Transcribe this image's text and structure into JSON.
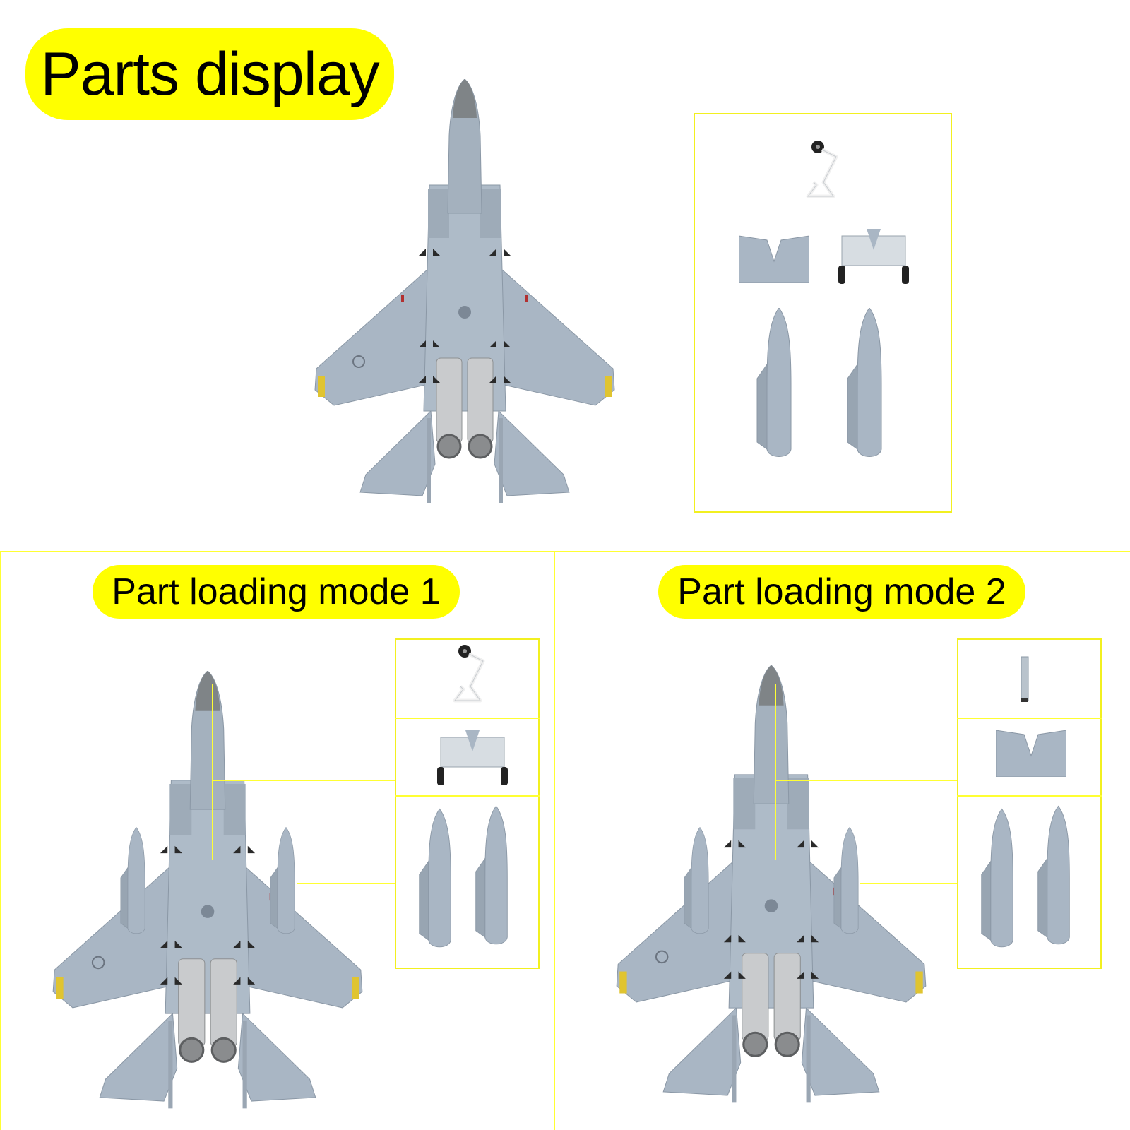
{
  "header": {
    "title": "Parts display"
  },
  "sections": [
    {
      "title": "Part loading mode 1"
    },
    {
      "title": "Part loading mode 2"
    }
  ],
  "colors": {
    "accent_yellow": "#ffff00",
    "frame_yellow": "#f2f020",
    "aircraft_grey": "#a9b6c4",
    "nose_grey": "#7f8487",
    "engine_metal": "#c9cbcd"
  },
  "icons": [
    "fighter-jet-model",
    "nose-landing-gear",
    "cockpit-piece",
    "main-landing-gear",
    "fuel-tank",
    "support-rod"
  ]
}
